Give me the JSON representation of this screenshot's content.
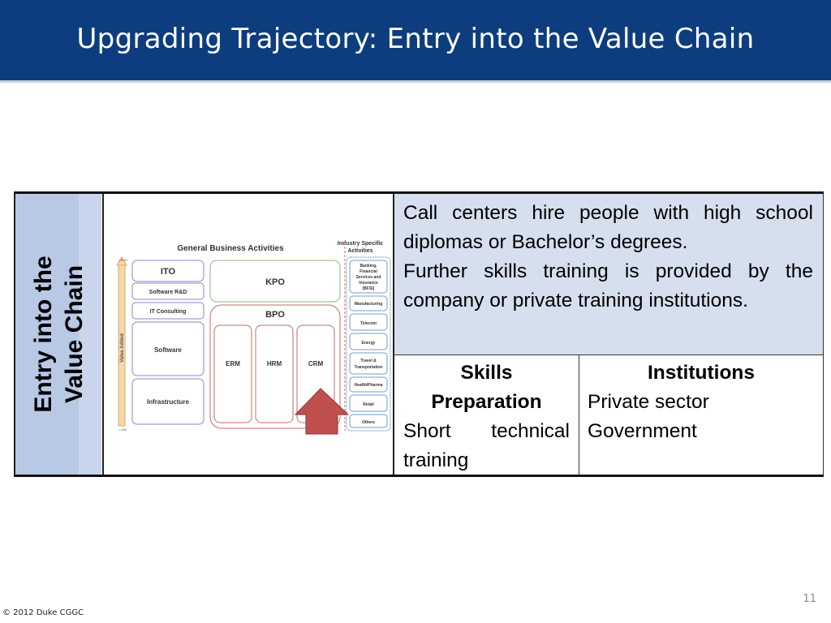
{
  "slide": {
    "title": "Upgrading Trajectory: Entry into the Value Chain",
    "side_label_line1": "Entry into the",
    "side_label_line2": "Value Chain",
    "description_p1": "Call centers hire people with high school diplomas or Bachelor’s degrees.",
    "description_p2": "Further skills training is provided by the company or private training institutions.",
    "skills_header_line1": "Skills",
    "skills_header_line2": "Preparation",
    "skills_value_word1": "Short",
    "skills_value_word2": "technical",
    "skills_value_word3": "training",
    "institutions_header": "Institutions",
    "institutions_items": [
      "Private sector",
      "Government"
    ],
    "footer_copyright": "© 2012 Duke CGGC",
    "page_number": "11"
  },
  "diagram": {
    "heading": "General Business Activities",
    "industry_heading": "Industry Specific Activities",
    "axis_label": "Value Added",
    "axis_high": "HIGH",
    "axis_low": "LOW",
    "ito": "ITO",
    "ito_items": [
      "Software R&D",
      "IT Consulting",
      "Software",
      "Infrastructure"
    ],
    "kpo": "KPO",
    "bpo": "BPO",
    "bpo_items": [
      "ERM",
      "HRM",
      "CRM"
    ],
    "industries": [
      "Banking, Financial Services and Insurance (BFSI)",
      "Manufacturing",
      "Telecom",
      "Energy",
      "Travel & Transportation",
      "Health/Pharma",
      "Retail",
      "Others"
    ],
    "colors": {
      "ito_border": "#8a86c8",
      "kpo_border": "#8fb58a",
      "bpo_border": "#c46a6a",
      "industry_border": "#6f9fcb",
      "arrow_fill": "#c0504d",
      "axis_fill": "#f6d7b0"
    }
  }
}
